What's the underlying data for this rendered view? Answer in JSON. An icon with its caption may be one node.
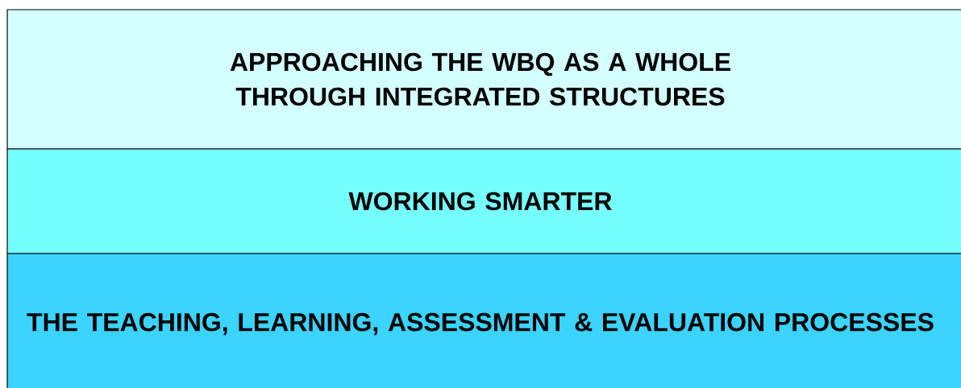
{
  "diagram": {
    "nodes": [
      {
        "text": [
          "APPROACHING THE WBQ AS A WHOLE THROUGH INTEGRATED STRUCTURES"
        ]
      },
      {
        "text": [
          "WORKING SMARTER"
        ]
      },
      {
        "text": [
          "THE TEACHING, LEARNING, ASSESSMENT & EVALUATION PROCESSES"
        ]
      }
    ]
  }
}
